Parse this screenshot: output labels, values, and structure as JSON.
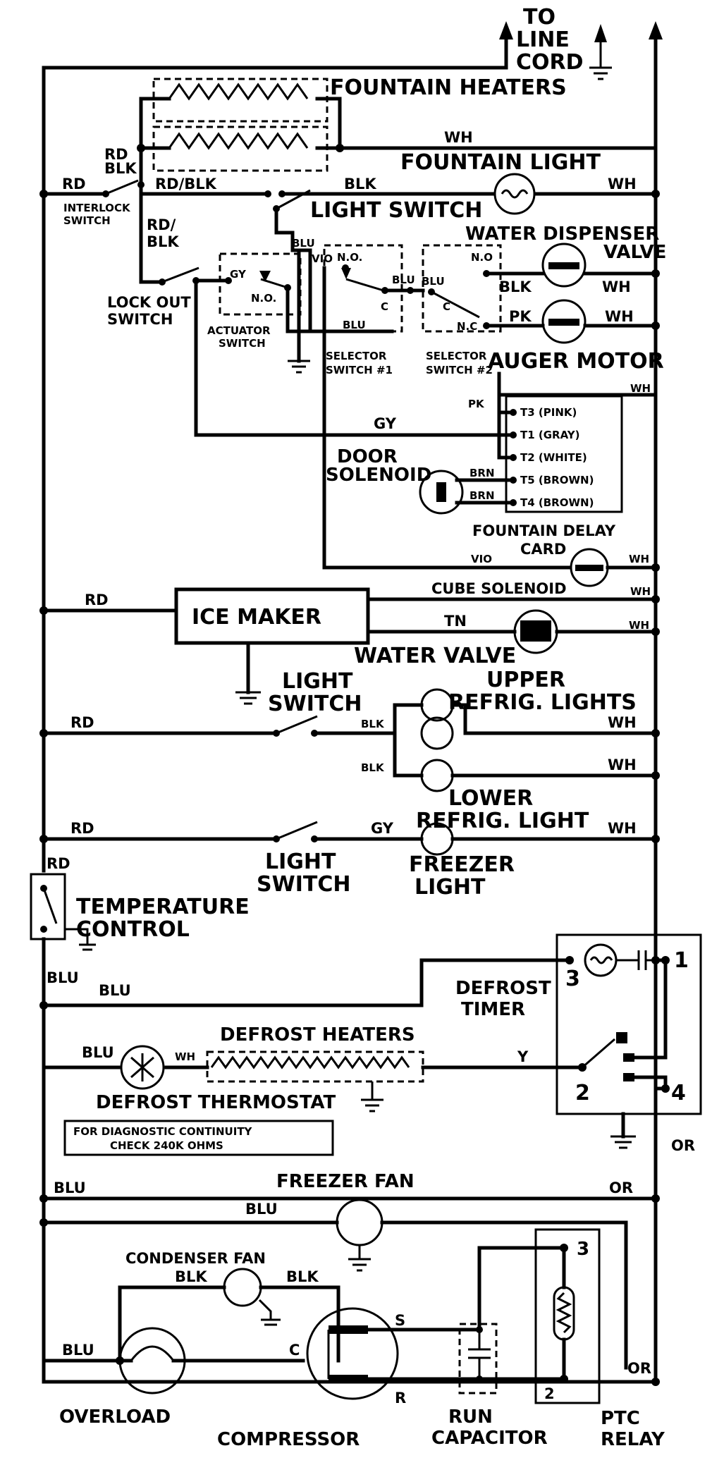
{
  "colors": {
    "ink": "#000000",
    "paper": "#ffffff"
  },
  "supply": {
    "to_line_cord": [
      "TO",
      "LINE",
      "CORD"
    ]
  },
  "wire_colors": {
    "rd": "RD",
    "wh": "WH",
    "blk": "BLK",
    "rd_blk": "RD/BLK",
    "rd_blk_stack": [
      "RD/",
      "BLK"
    ],
    "rd_stack": [
      "RD/",
      "BLK"
    ],
    "blu": "BLU",
    "gy": "GY",
    "pk": "PK",
    "vio": "VIO",
    "brn": "BRN",
    "tn": "TN",
    "y": "Y",
    "or": "OR"
  },
  "contacts": {
    "no": "N.O.",
    "nc": "N.C",
    "c": "C",
    "no_short": "N.O"
  },
  "components": {
    "fountain_heaters": "FOUNTAIN HEATERS",
    "fountain_light": "FOUNTAIN LIGHT",
    "interlock_switch": [
      "INTERLOCK",
      "SWITCH"
    ],
    "light_switch_top": "LIGHT SWITCH",
    "water_dispenser_valve": [
      "WATER DISPENSER",
      "VALVE"
    ],
    "lock_out_switch": [
      "LOCK OUT",
      "SWITCH"
    ],
    "actuator_switch": [
      "ACTUATOR",
      "SWITCH"
    ],
    "selector_switch_1": [
      "SELECTOR",
      "SWITCH #1"
    ],
    "selector_switch_2": [
      "SELECTOR",
      "SWITCH #2"
    ],
    "auger_motor": "AUGER MOTOR",
    "door_solenoid": [
      "DOOR",
      "SOLENOID"
    ],
    "delay_card_terminals": [
      "T3 (PINK)",
      "T1 (GRAY)",
      "T2 (WHITE)",
      "T5 (BROWN)",
      "T4 (BROWN)"
    ],
    "fountain_delay_card": [
      "FOUNTAIN DELAY",
      "CARD"
    ],
    "cube_solenoid": "CUBE SOLENOID",
    "ice_maker": "ICE MAKER",
    "water_valve": "WATER VALVE",
    "light_switch_2": [
      "LIGHT",
      "SWITCH"
    ],
    "upper_refrig_lights": [
      "UPPER",
      "REFRIG. LIGHTS"
    ],
    "lower_refrig_light": [
      "LOWER",
      "REFRIG. LIGHT"
    ],
    "light_switch_3": [
      "LIGHT",
      "SWITCH"
    ],
    "freezer_light": [
      "FREEZER",
      "LIGHT"
    ],
    "temperature_control": [
      "TEMPERATURE",
      "CONTROL"
    ],
    "defrost_timer": [
      "DEFROST",
      "TIMER"
    ],
    "timer_terminals": [
      "1",
      "2",
      "3",
      "4"
    ],
    "defrost_heaters": "DEFROST HEATERS",
    "defrost_thermostat": "DEFROST THERMOSTAT",
    "diagnostic_note": [
      "FOR DIAGNOSTIC CONTINUITY",
      "CHECK 240K OHMS"
    ],
    "freezer_fan": "FREEZER FAN",
    "condenser_fan": "CONDENSER FAN",
    "overload": "OVERLOAD",
    "compressor": "COMPRESSOR",
    "compressor_terminals": {
      "s": "S",
      "c": "C",
      "r": "R"
    },
    "run_capacitor": [
      "RUN",
      "CAPACITOR"
    ],
    "ptc_relay": [
      "PTC",
      "RELAY"
    ],
    "ptc_terminals": [
      "3",
      "2"
    ]
  }
}
